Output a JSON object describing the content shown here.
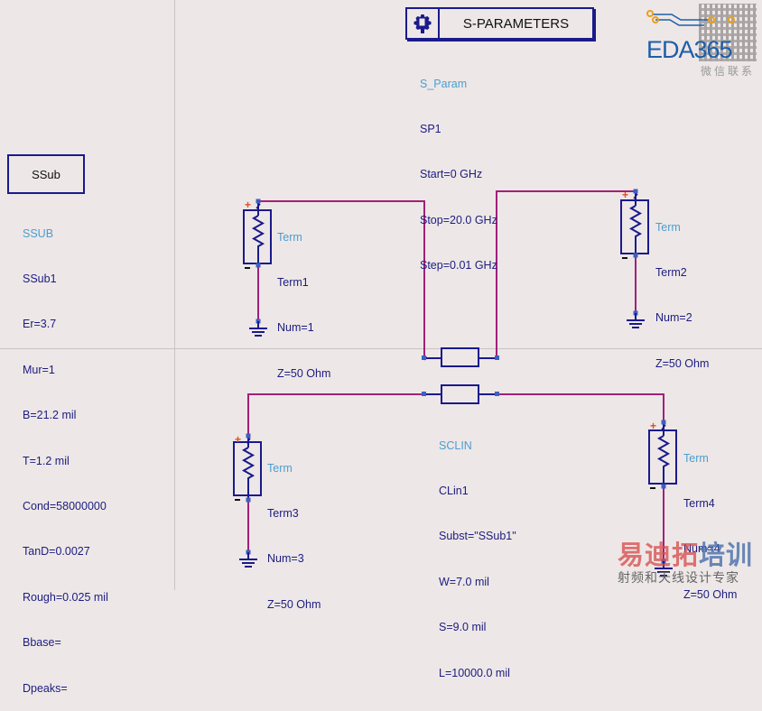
{
  "colors": {
    "background": "#ede7e7",
    "component_stroke": "#1a1a8c",
    "wire": "#a0207a",
    "pin": "#3d5fc0",
    "type_label": "#4a9fd0",
    "instance_label": "#1c1c80",
    "plus_marker": "#e05020"
  },
  "s_parameters": {
    "title": "S-PARAMETERS",
    "icon": "gear-cube-icon",
    "type": "S_Param",
    "instance": "SP1",
    "params": [
      "Start=0 GHz",
      "Stop=20.0 GHz",
      "Step=0.01 GHz"
    ]
  },
  "substrate": {
    "title": "SSub",
    "type": "SSUB",
    "instance": "SSub1",
    "params": [
      "Er=3.7",
      "Mur=1",
      "B=21.2 mil",
      "T=1.2 mil",
      "Cond=58000000",
      "TanD=0.0027",
      "Rough=0.025 mil",
      "Bbase=",
      "Dpeaks="
    ]
  },
  "terms": [
    {
      "type": "Term",
      "instance": "Term1",
      "num": "Num=1",
      "z": "Z=50 Ohm"
    },
    {
      "type": "Term",
      "instance": "Term2",
      "num": "Num=2",
      "z": "Z=50 Ohm"
    },
    {
      "type": "Term",
      "instance": "Term3",
      "num": "Num=3",
      "z": "Z=50 Ohm"
    },
    {
      "type": "Term",
      "instance": "Term4",
      "num": "Num=4",
      "z": "Z=50 Ohm"
    }
  ],
  "coupled_line": {
    "type": "SCLIN",
    "instance": "CLin1",
    "params": [
      "Subst=\"SSub1\"",
      "W=7.0 mil",
      "S=9.0 mil",
      "L=10000.0 mil"
    ]
  },
  "markers": {
    "plus": "+",
    "minus": "-"
  },
  "watermarks": {
    "logo_text": "EDA365",
    "logo_sub": "微信联系",
    "brand_red": "易迪拓",
    "brand_blue": "培训",
    "brand_sub": "射频和天线设计专家"
  }
}
